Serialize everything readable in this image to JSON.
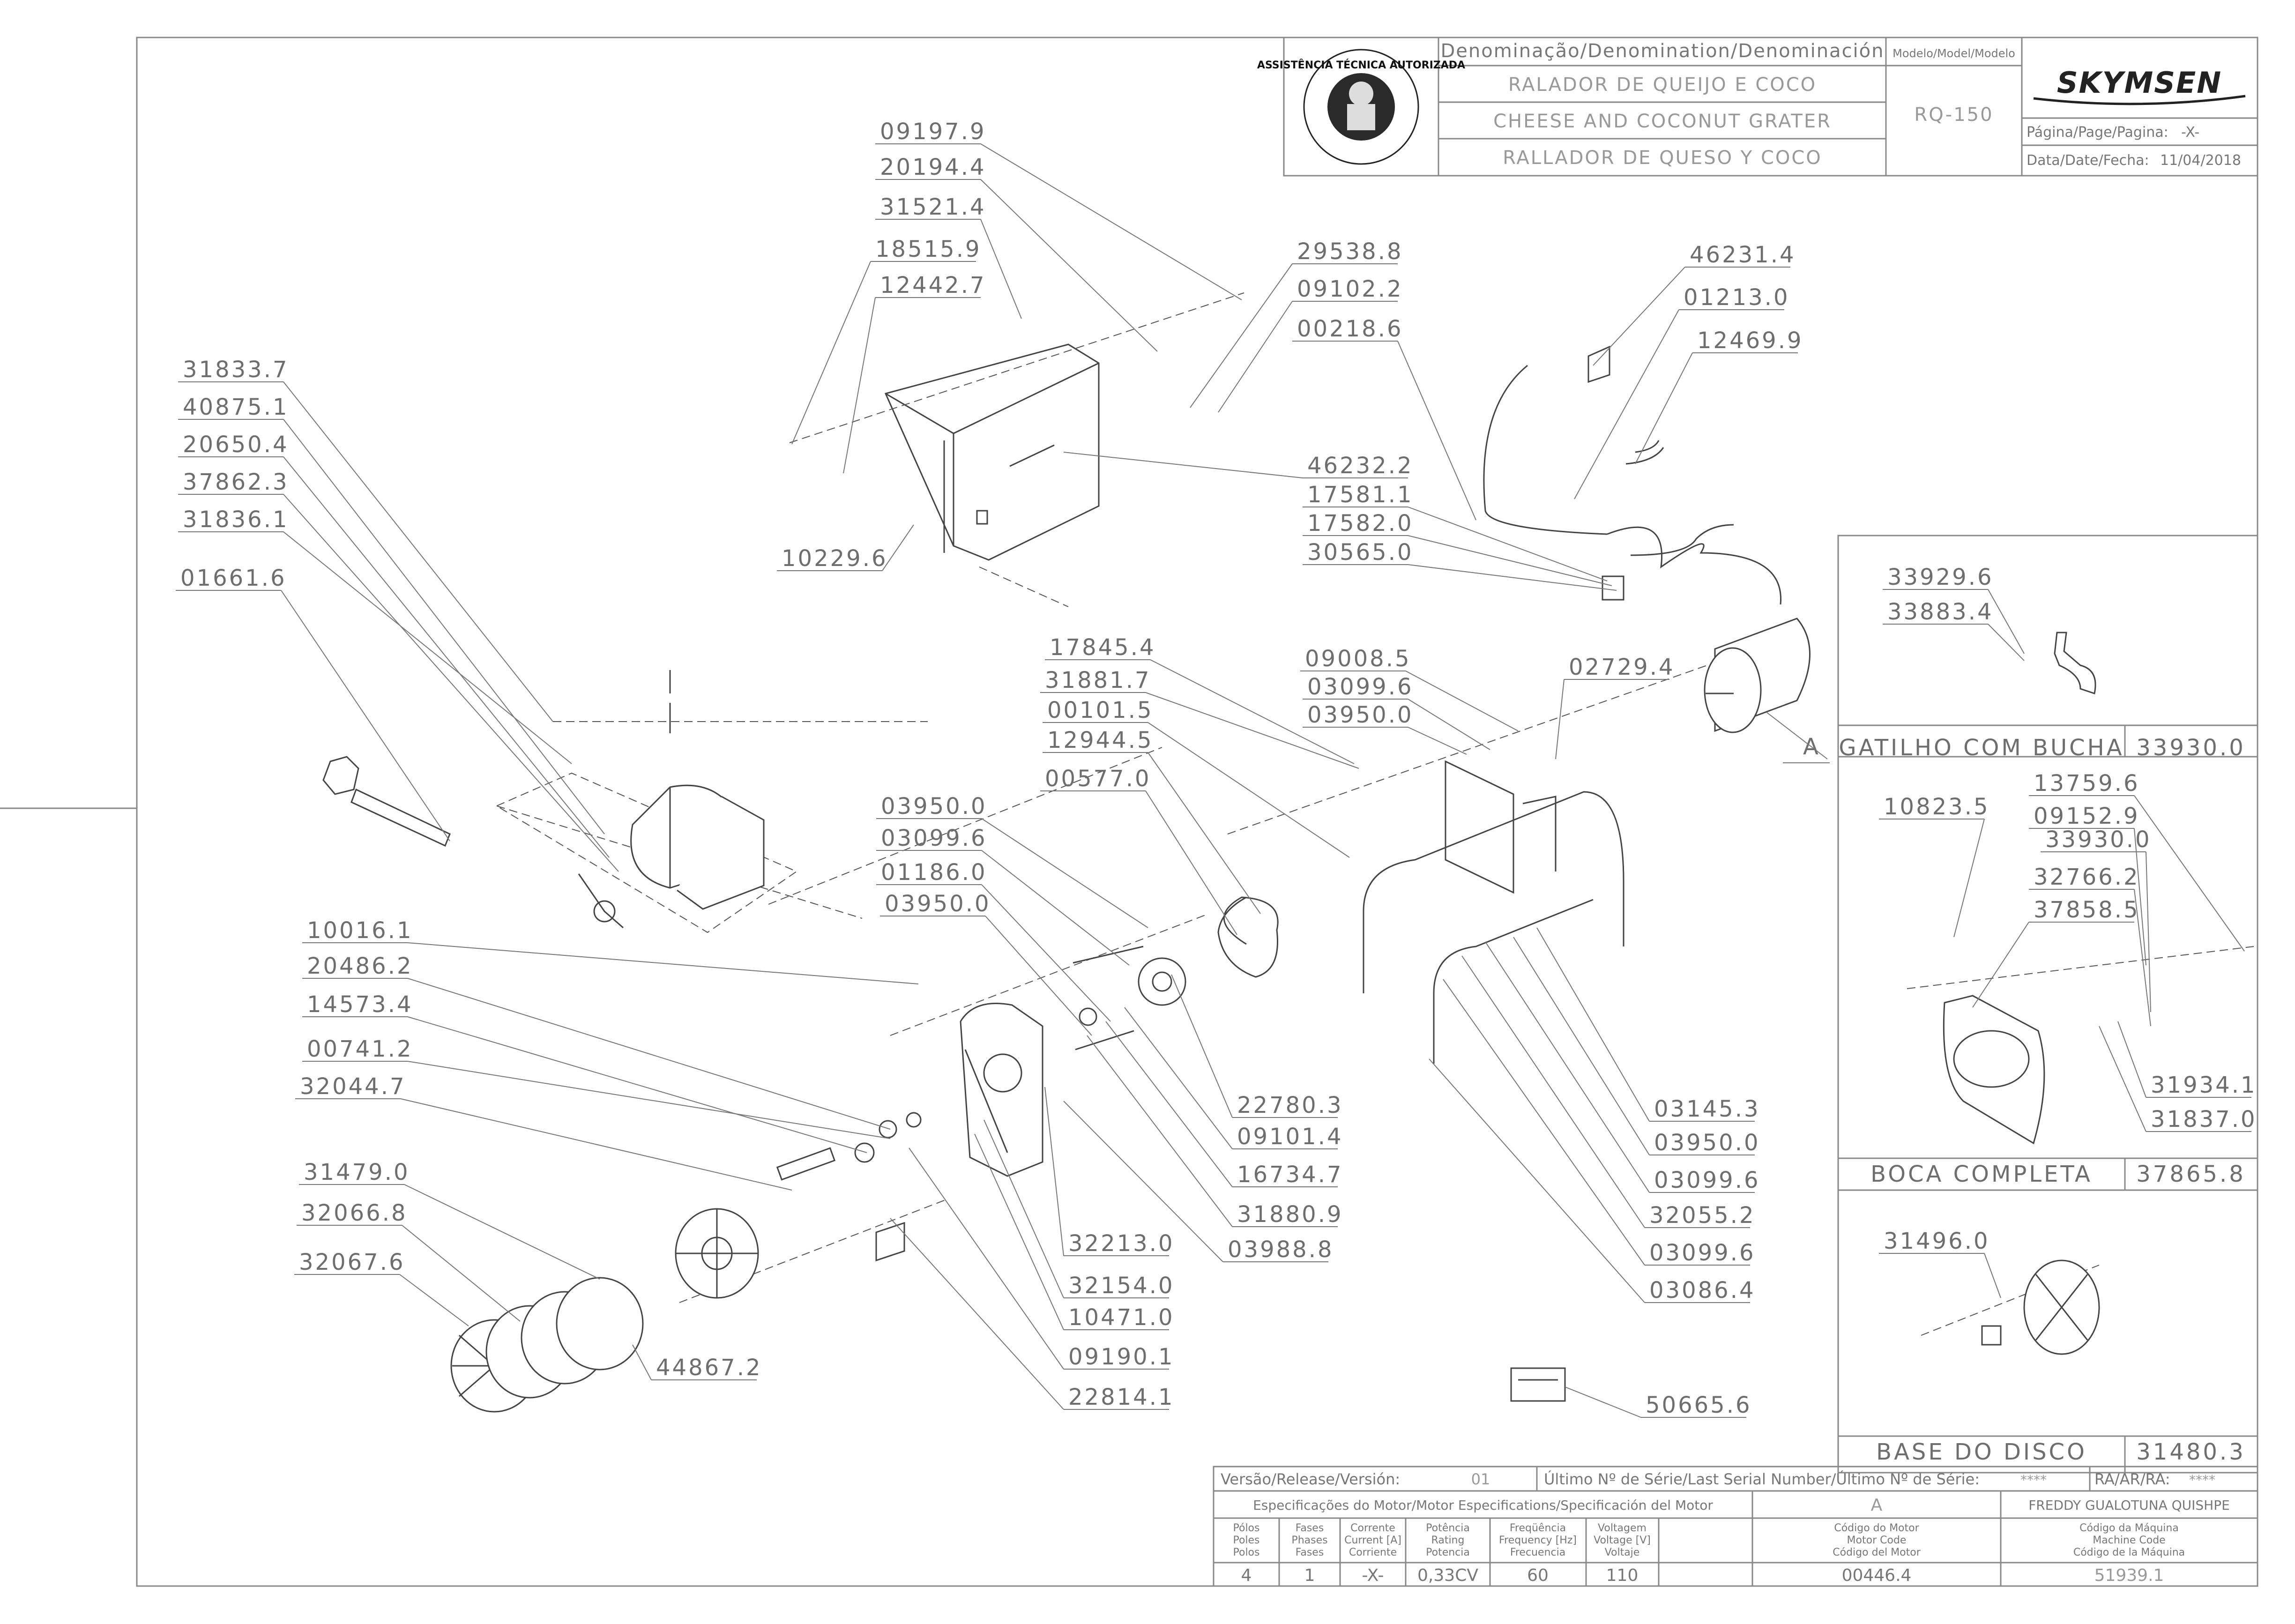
{
  "title_block": {
    "denomination_header": "Denominação/Denomination/Denominación",
    "name_pt": "RALADOR DE QUEIJO E COCO",
    "name_en": "CHEESE AND COCONUT GRATER",
    "name_es": "RALLADOR DE QUESO Y COCO",
    "model_header": "Modelo/Model/Modelo",
    "model": "RQ-150",
    "brand": "SKYMSEN",
    "page_label": "Página/Page/Pagina:",
    "page_value": "-X-",
    "date_label": "Data/Date/Fecha:",
    "date_value": "11/04/2018",
    "seal_text": "ASSISTÊNCIA TÉCNICA AUTORIZADA"
  },
  "parts": [
    "09197.9",
    "20194.4",
    "31521.4",
    "18515.9",
    "12442.7",
    "10229.6",
    "29538.8",
    "09102.2",
    "00218.6",
    "46231.4",
    "01213.0",
    "12469.9",
    "46232.2",
    "17581.1",
    "17582.0",
    "30565.0",
    "31833.7",
    "40875.1",
    "20650.4",
    "37862.3",
    "31836.1",
    "01661.6",
    "17845.4",
    "31881.7",
    "00101.5",
    "12944.5",
    "00577.0",
    "09008.5",
    "03099.6",
    "03950.0",
    "02729.4",
    "03950.0",
    "03099.6",
    "01186.0",
    "03950.0",
    "10016.1",
    "20486.2",
    "14573.4",
    "00741.2",
    "32044.7",
    "31479.0",
    "32066.8",
    "32067.6",
    "44867.2",
    "22780.3",
    "09101.4",
    "16734.7",
    "31880.9",
    "03988.8",
    "32213.0",
    "32154.0",
    "10471.0",
    "09190.1",
    "22814.1",
    "03145.3",
    "03950.0",
    "03099.6",
    "32055.2",
    "03099.6",
    "03086.4",
    "50665.6"
  ],
  "motor_marker": "A",
  "side_panels": [
    {
      "name": "GATILHO COM BUCHA",
      "code": "33930.0",
      "parts": [
        "33929.6",
        "33883.4"
      ]
    },
    {
      "name": "BOCA COMPLETA",
      "code": "37865.8",
      "parts": [
        "10823.5",
        "13759.6",
        "09152.9",
        "33930.0",
        "32766.2",
        "37858.5",
        "31934.1",
        "31837.0"
      ]
    },
    {
      "name": "BASE DO DISCO",
      "code": "31480.3",
      "parts": [
        "31496.0"
      ]
    }
  ],
  "bottom_block": {
    "version_label": "Versão/Release/Versión:",
    "version_value": "01",
    "serial_label": "Último Nº de Série/Last Serial Number/Último Nº de Série:",
    "serial_value": "****",
    "ra_label": "RA/AR/RA:",
    "ra_value": "****",
    "motor_spec_label": "Especificações do Motor/Motor Especifications/Specificación del Motor",
    "motor_marker": "A",
    "author": "FREDDY GUALOTUNA QUISHPE",
    "headers": [
      "Pólos\nPoles\nPolos",
      "Fases\nPhases\nFases",
      "Corrente\nCurrent [A]\nCorriente",
      "Potência\nRating\nPotencia",
      "Freqüência\nFrequency [Hz]\nFrecuencia",
      "Voltagem\nVoltage [V]\nVoltaje",
      "Código do Motor\nMotor Code\nCódigo del Motor",
      "Código da Máquina\nMachine Code\nCódigo de la Máquina"
    ],
    "values": [
      "4",
      "1",
      "-X-",
      "0,33CV",
      "60",
      "110",
      "00446.4",
      "51939.1"
    ]
  },
  "colors": {
    "line": "#777777",
    "text": "#6e6e6e",
    "part_stroke": "#444444"
  }
}
